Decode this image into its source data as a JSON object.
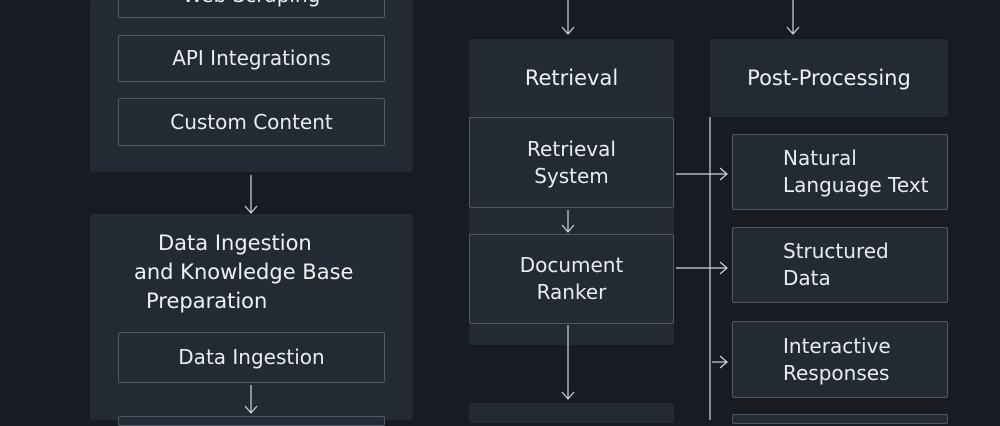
{
  "sources": {
    "items": [
      "Web Scraping",
      "API Integrations",
      "Custom Content"
    ]
  },
  "ingestion": {
    "title_lines": [
      "Data Ingestion",
      "and Knowledge Base",
      "Preparation"
    ],
    "items": [
      "Data Ingestion",
      ""
    ]
  },
  "retrieval": {
    "header": "Retrieval",
    "items": [
      "Retrieval\nSystem",
      "Document\nRanker"
    ]
  },
  "post_processing": {
    "header": "Post-Processing",
    "items": [
      "Natural\nLanguage Text",
      "Structured\nData",
      "Interactive\nResponses"
    ]
  },
  "colors": {
    "background": "#181c22",
    "panel": "#232a33",
    "node_border": "#4c5866",
    "connector": "#cfd5dc"
  }
}
